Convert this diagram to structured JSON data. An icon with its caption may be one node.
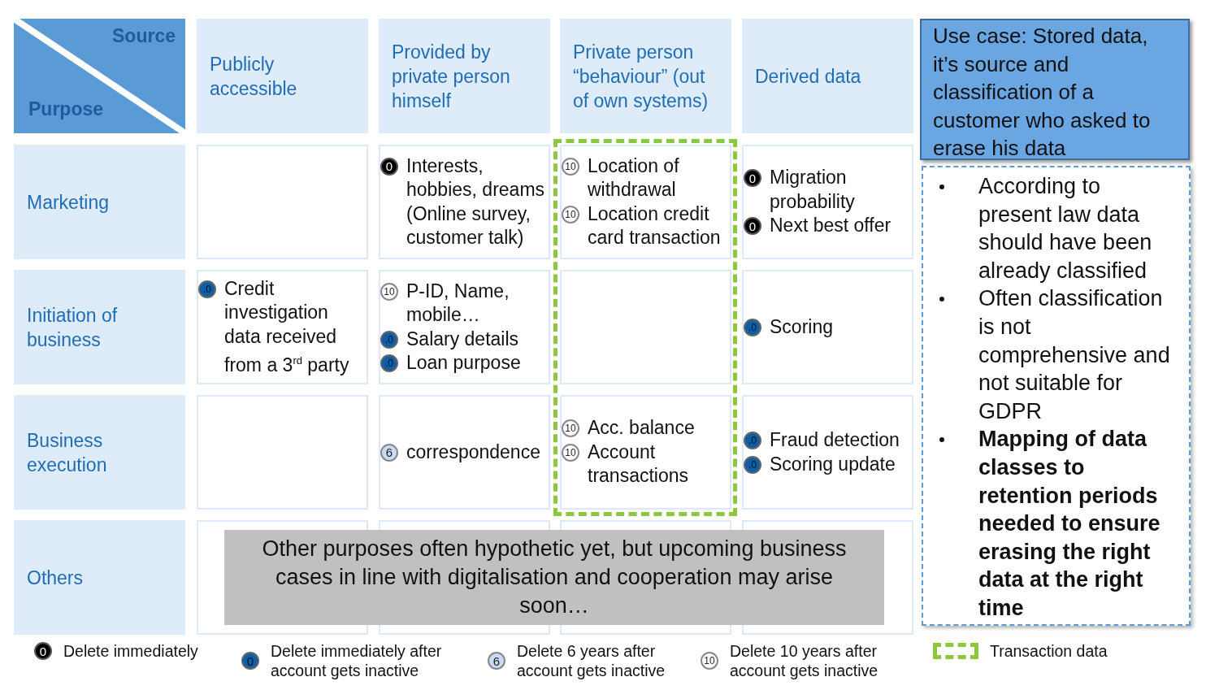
{
  "diagram": {
    "nodes": [
      {
        "text": [
          "Source",
          "Purpose"
        ]
      },
      {
        "text": [
          "Publicly accessible"
        ]
      },
      {
        "text": [
          "Provided by private person himself"
        ]
      },
      {
        "text": [
          "Private person “behaviour” (out of own systems)"
        ]
      },
      {
        "text": [
          "Derived data"
        ]
      },
      {
        "text": [
          "Use case: Stored data, it’s source and classification of a customer who asked to erase his data"
        ]
      },
      {
        "text": [
          "According to present law data should have been already classified",
          "Often classification is not comprehensive and not suitable for GDPR",
          "**Mapping of data classes to retention periods needed to ensure erasing the right data at the right time**"
        ]
      },
      {
        "text": [
          "Marketing"
        ]
      },
      {
        "text": [],
        "shape": "box"
      },
      {
        "text": [
          "Interests, hobbies, dreams (Online survey, customer talk)"
        ]
      },
      {
        "text": [
          "0"
        ],
        "in": 9
      },
      {
        "text": [
          "Location of withdrawal",
          "Location credit card transaction"
        ]
      },
      {
        "text": [
          "10"
        ],
        "in": 11
      },
      {
        "text": [
          "10"
        ],
        "in": 11
      },
      {
        "text": [
          "Migration probability",
          "Next best offer"
        ]
      },
      {
        "text": [
          "0"
        ],
        "in": 14
      },
      {
        "text": [
          "0"
        ],
        "in": 14
      },
      {
        "text": [
          "Initiation of business"
        ]
      },
      {
        "text": [
          "Credit investigation data received from a 3$^{rd}$ party"
        ]
      },
      {
        "text": [
          ".0"
        ],
        "in": 18
      },
      {
        "text": [
          "P-ID, Name, mobile…",
          "Salary details",
          "Loan purpose"
        ]
      },
      {
        "text": [
          "10"
        ],
        "in": 20
      },
      {
        "text": [
          ".0"
        ],
        "in": 20
      },
      {
        "text": [
          ".0"
        ],
        "in": 20
      },
      {
        "text": [],
        "shape": "box"
      },
      {
        "text": [
          "Scoring"
        ]
      },
      {
        "text": [
          ".0"
        ],
        "in": 25
      },
      {
        "text": [
          "Business execution"
        ]
      },
      {
        "text": [],
        "shape": "box"
      },
      {
        "text": [
          "correspondence"
        ]
      },
      {
        "text": [
          "6"
        ],
        "in": 29
      },
      {
        "text": [
          "Acc. balance",
          "Account transactions"
        ]
      },
      {
        "text": [
          "10"
        ],
        "in": 31
      },
      {
        "text": [
          "10"
        ],
        "in": 31
      },
      {
        "text": [
          "Fraud detection",
          "Scoring update"
        ]
      },
      {
        "text": [
          ".0"
        ],
        "in": 34
      },
      {
        "text": [
          ".0"
        ],
        "in": 34
      },
      {
        "text": [
          "Others"
        ]
      },
      {
        "text": [
          "Other purposes often hypothetic yet, but upcoming business cases in line with digitalisation and cooperation may arise soon…"
        ]
      },
      {
        "text": [
          "0"
        ]
      },
      {
        "text": [
          "0"
        ]
      },
      {
        "text": [
          "6"
        ]
      },
      {
        "text": [
          "10"
        ]
      }
    ],
    "legend": [
      {
        "text": "Delete immediately"
      },
      {
        "text": "Delete immediately after account gets inactive"
      },
      {
        "text": "Delete 6 years after account gets inactive"
      },
      {
        "text": "Delete 10 years after account gets inactive"
      },
      {
        "text": "Transaction data"
      }
    ]
  }
}
